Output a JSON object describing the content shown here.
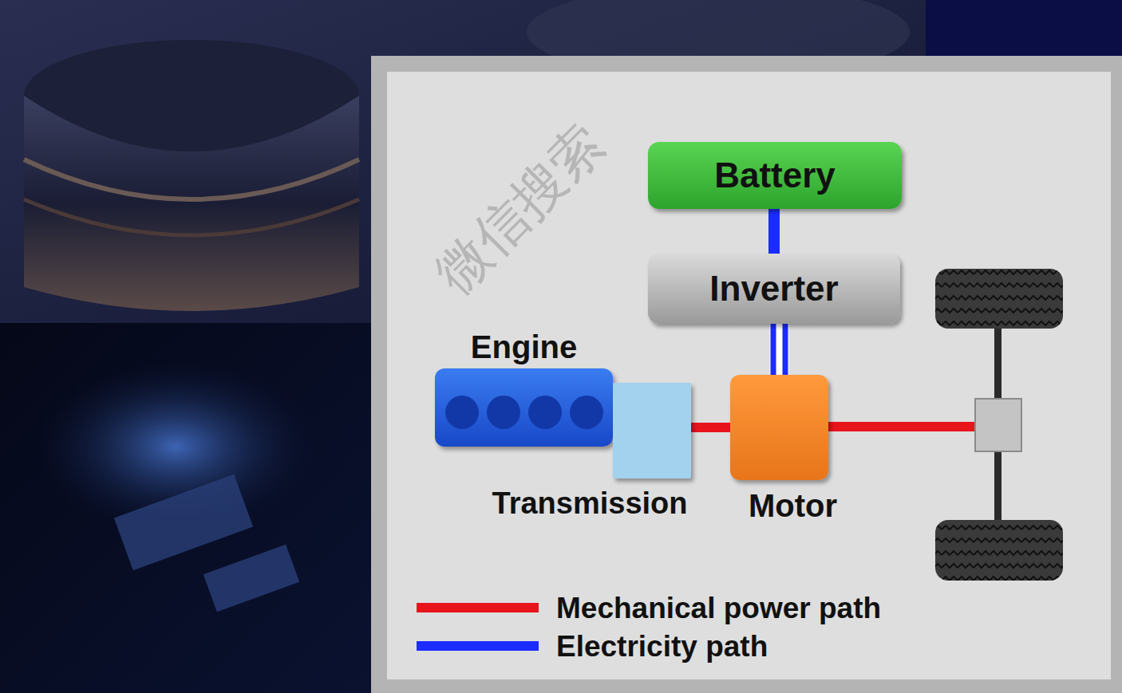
{
  "diagram": {
    "nodes": [
      {
        "text": [
          "Battery"
        ]
      },
      {
        "text": [
          "Inverter"
        ]
      },
      {
        "text": [
          "Engine"
        ]
      },
      {
        "text": [
          "Transmission"
        ]
      },
      {
        "text": [
          "Motor"
        ]
      }
    ],
    "edges": [
      {
        "from": 0,
        "to": 1,
        "arrow": "none"
      },
      {
        "from": 1,
        "to": 4,
        "arrow": "none"
      },
      {
        "from": 3,
        "to": 4,
        "arrow": "none"
      }
    ],
    "labels": [
      "微信搜索"
    ],
    "legend": [
      {
        "text": "Mechanical power path"
      },
      {
        "text": "Electricity path"
      }
    ]
  }
}
